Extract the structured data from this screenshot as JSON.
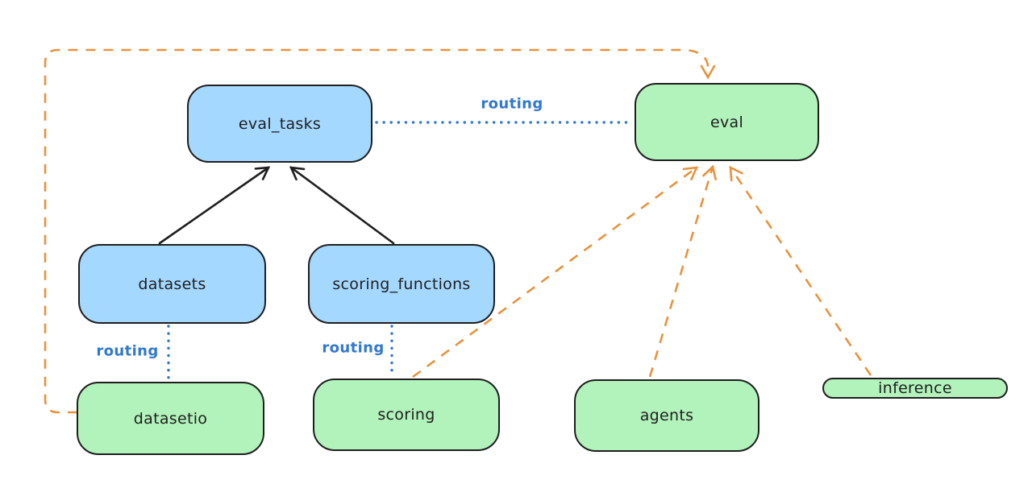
{
  "colors": {
    "background": "#ffffff",
    "node_border": "#1e1e1e",
    "node_text": "#1e1e1e",
    "blue_fill": "#a5d8ff",
    "green_fill": "#b2f2bb",
    "black_edge": "#1e1e1e",
    "orange_edge": "#e8923c",
    "blue_edge": "#3178cf"
  },
  "nodes": {
    "eval_tasks": {
      "label": "eval_tasks"
    },
    "eval": {
      "label": "eval"
    },
    "datasets": {
      "label": "datasets"
    },
    "scoring_functions": {
      "label": "scoring_functions"
    },
    "datasetio": {
      "label": "datasetio"
    },
    "scoring": {
      "label": "scoring"
    },
    "agents": {
      "label": "agents"
    },
    "inference": {
      "label": "inference"
    }
  },
  "edge_labels": {
    "eval_tasks_to_eval": "routing",
    "datasets_to_datasetio": "routing",
    "scoring_functions_to_scoring": "routing"
  }
}
